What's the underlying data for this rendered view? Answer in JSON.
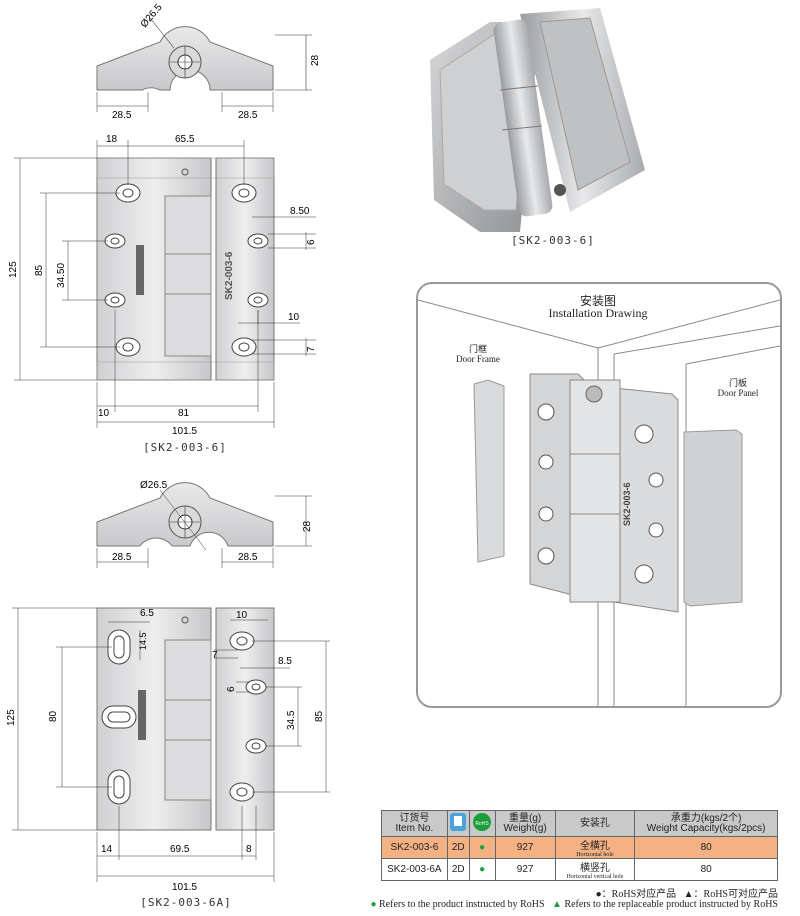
{
  "view1": {
    "caption": "[SK2-003-6]",
    "dims": {
      "dia": "Ø26.5",
      "h_side": "28",
      "w_left": "28.5",
      "w_right": "28.5",
      "top18": "18",
      "top65": "65.5",
      "v125": "125",
      "v85": "85",
      "v34": "34.50",
      "r850": "8.50",
      "r6": "6",
      "r10": "10",
      "r7": "7",
      "b10": "10",
      "b81": "81",
      "b101": "101.5"
    },
    "engrave": "SK2-003-6"
  },
  "view2": {
    "caption": "[SK2-003-6A]",
    "dims": {
      "dia": "Ø26.5",
      "h_side": "28",
      "w_left": "28.5",
      "w_right": "28.5",
      "t65": "6.5",
      "t145": "14.5",
      "t10": "10",
      "t7": "7",
      "r85": "8.5",
      "r6": "6",
      "v125": "125",
      "v80": "80",
      "v345": "34.5",
      "v85": "85",
      "b14": "14",
      "b695": "69.5",
      "b8": "8",
      "b1015": "101.5"
    }
  },
  "photo": {
    "caption": "[SK2-003-6]"
  },
  "install": {
    "title_cn": "安装图",
    "title_en": "Installation Drawing",
    "frame_cn": "门框",
    "frame_en": "Door Frame",
    "panel_cn": "门板",
    "panel_en": "Door Panel",
    "engrave": "SK2-003-6"
  },
  "table": {
    "headers": {
      "item_cn": "订货号",
      "item_en": "Item No.",
      "weight_cn": "重量(g)",
      "weight_en": "Weight(g)",
      "hole_cn": "安装孔",
      "cap_cn": "承重力(kgs/2个)",
      "cap_en": "Weight Capacity(kgs/2pcs)",
      "rohs_badge": "RoHS"
    },
    "rows": [
      {
        "item": "SK2-003-6",
        "cad": "2D",
        "weight": "927",
        "hole_cn": "全横孔",
        "hole_en": "Horizontal hole",
        "cap": "80"
      },
      {
        "item": "SK2-003-6A",
        "cad": "2D",
        "weight": "927",
        "hole_cn": "横竖孔",
        "hole_en": "Horizontal vertical hole",
        "cap": "80"
      }
    ]
  },
  "legend": {
    "line1_a": "●：RoHS对应产品",
    "line1_b": "▲：RoHS可对应产品",
    "line2_a": "Refers to the product instructed by RoHS",
    "line2_b": "Refers to the replaceable product instructed by RoHS"
  },
  "colors": {
    "rohs_green": "#1a9e3a",
    "highlight": "#f4b183",
    "header_gray": "#c9c9c9"
  }
}
